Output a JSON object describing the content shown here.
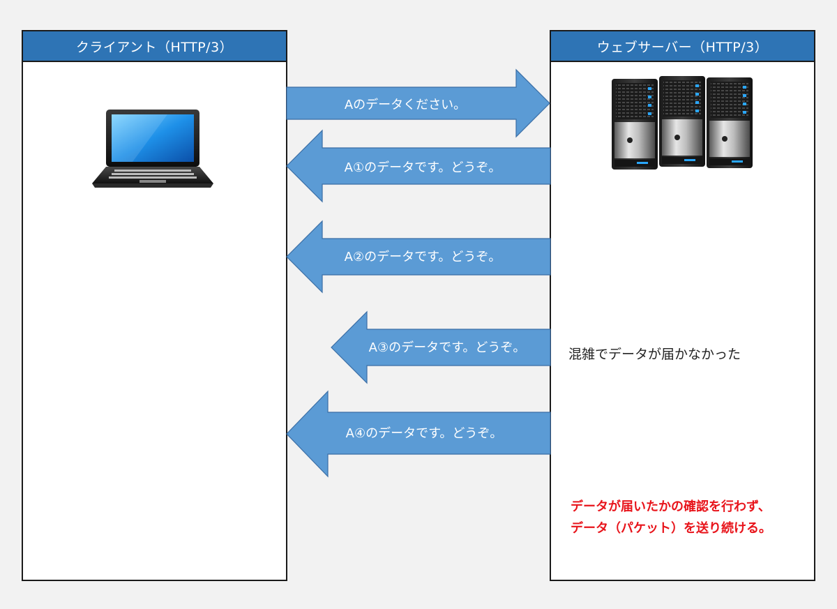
{
  "colors": {
    "header_blue": "#2e74b5",
    "arrow_blue": "#5b9bd5",
    "arrow_stroke": "#3b6ea5",
    "note_red": "#e8141b"
  },
  "client": {
    "title": "クライアント（HTTP/3）",
    "icon": "laptop-icon"
  },
  "server": {
    "title": "ウェブサーバー（HTTP/3）",
    "icon": "server-rack-icon"
  },
  "messages": {
    "request": "Aのデータください。",
    "response_1": "A①のデータです。どうぞ。",
    "response_2": "A②のデータです。どうぞ。",
    "response_3": "A③のデータです。どうぞ。",
    "response_4": "A④のデータです。どうぞ。"
  },
  "notes": {
    "congestion": "混雑でデータが届かなかった",
    "no_ack_line1": "データが届いたかの確認を行わず、",
    "no_ack_line2": "データ（パケット）を送り続ける。"
  }
}
